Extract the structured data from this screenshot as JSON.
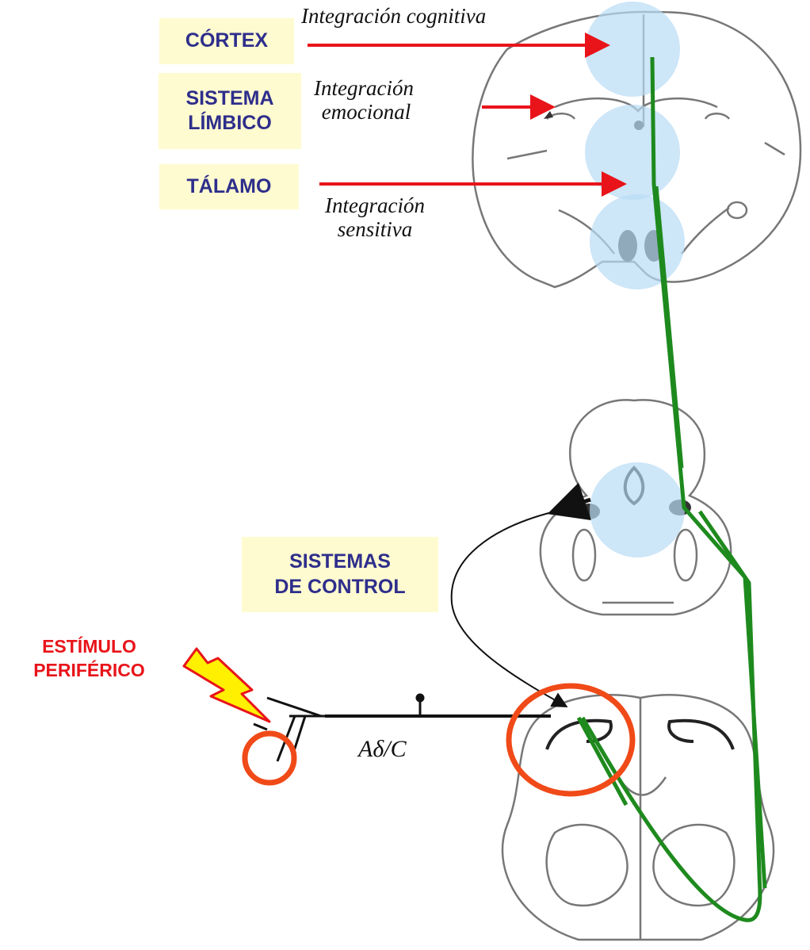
{
  "labels": {
    "cortex": "CÓRTEX",
    "limbic_line1": "SISTEMA",
    "limbic_line2": "LÍMBICO",
    "thalamus": "TÁLAMO",
    "control_line1": "SISTEMAS",
    "control_line2": "DE CONTROL",
    "stimulus_line1": "ESTÍMULO",
    "stimulus_line2": "PERIFÉRICO"
  },
  "annotations": {
    "cognitive": "Integración cognitiva",
    "emotional_line1": "Integración",
    "emotional_line2": "emocional",
    "sensory_line1": "Integración",
    "sensory_line2": "sensitiva",
    "fiber": "Aδ/C"
  },
  "colors": {
    "label_text": "#2e2e8c",
    "label_box": "#fffbd0",
    "arrow_red": "#e8141a",
    "pathway_green": "#1e8a1e",
    "highlight_circle": "#b8dcf5",
    "ring_orange": "#f04a18",
    "lightning": "#ffef00"
  }
}
